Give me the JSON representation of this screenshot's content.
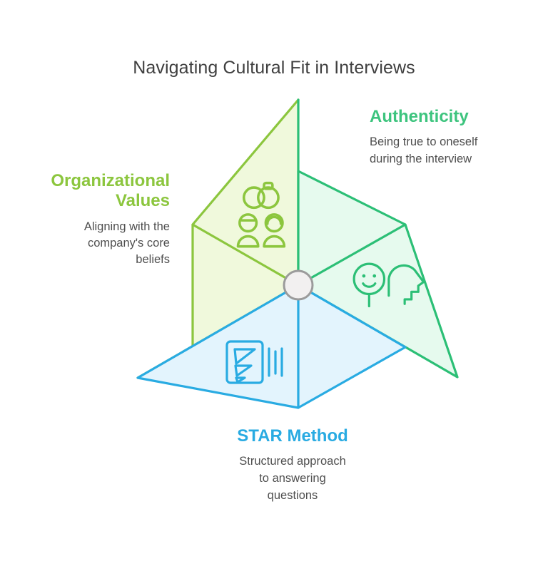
{
  "page": {
    "title": "Navigating Cultural Fit in Interviews",
    "background_color": "#ffffff"
  },
  "diagram": {
    "type": "three-panel-isometric-hub",
    "hub": {
      "name": "center-hub",
      "fill": "#f2f0f0",
      "stroke": "#9b9b9b"
    },
    "panels": [
      {
        "id": "organizational-values",
        "label": "Organizational Values",
        "description": "Aligning with the\ncompany's core\nbeliefs",
        "accent_color": "#8cc63e",
        "fill_color": "#f0f9dc",
        "icon": "people-group-icon",
        "position": "upper-left"
      },
      {
        "id": "authenticity",
        "label": "Authenticity",
        "description": "Being true to oneself\nduring the interview",
        "accent_color": "#3dc47e",
        "fill_color": "#e6faee",
        "icon": "face-and-head-profile-icon",
        "position": "upper-right"
      },
      {
        "id": "star-method",
        "label": "STAR Method",
        "description": "Structured approach\nto answering\nquestions",
        "accent_color": "#29abe2",
        "fill_color": "#e3f4fd",
        "icon": "document-lightning-icon",
        "position": "bottom"
      }
    ]
  }
}
